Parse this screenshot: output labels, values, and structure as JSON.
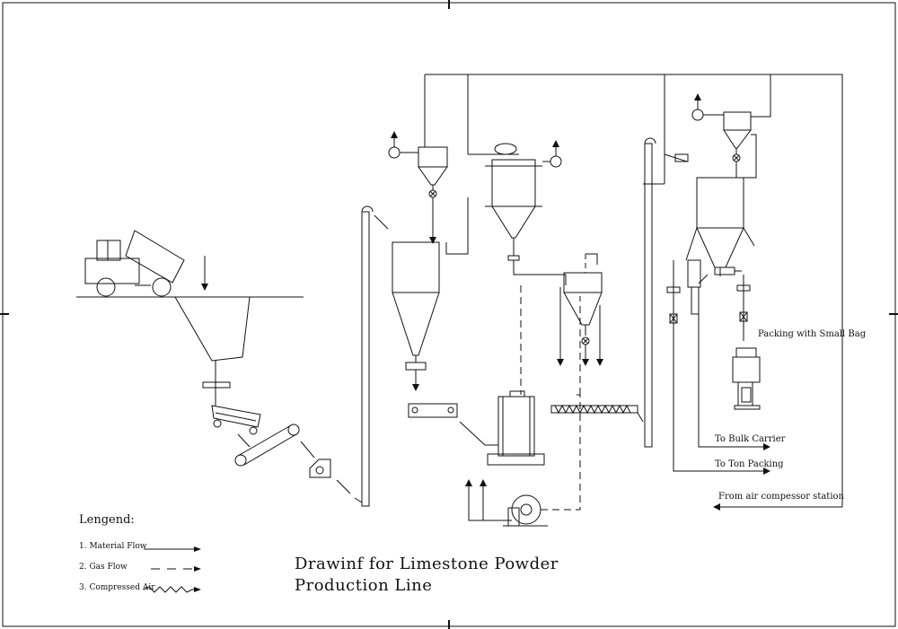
{
  "title": {
    "line1": "Drawinf for Limestone Powder",
    "line2": "Production Line"
  },
  "legend": {
    "heading": "Lengend:",
    "items": [
      {
        "label": "1. Material Flow",
        "style": "solid"
      },
      {
        "label": "2. Gas Flow",
        "style": "dashed"
      },
      {
        "label": "3. Compressed Air",
        "style": "wavy"
      }
    ]
  },
  "labels": {
    "packing_small_bag": "Packing with Small Bag",
    "bulk_carrier": "To Bulk Carrier",
    "ton_packing": "To Ton Packing",
    "air_compressor": "From air compessor station"
  },
  "colors": {
    "line": "#111111",
    "background": "#ffffff"
  }
}
